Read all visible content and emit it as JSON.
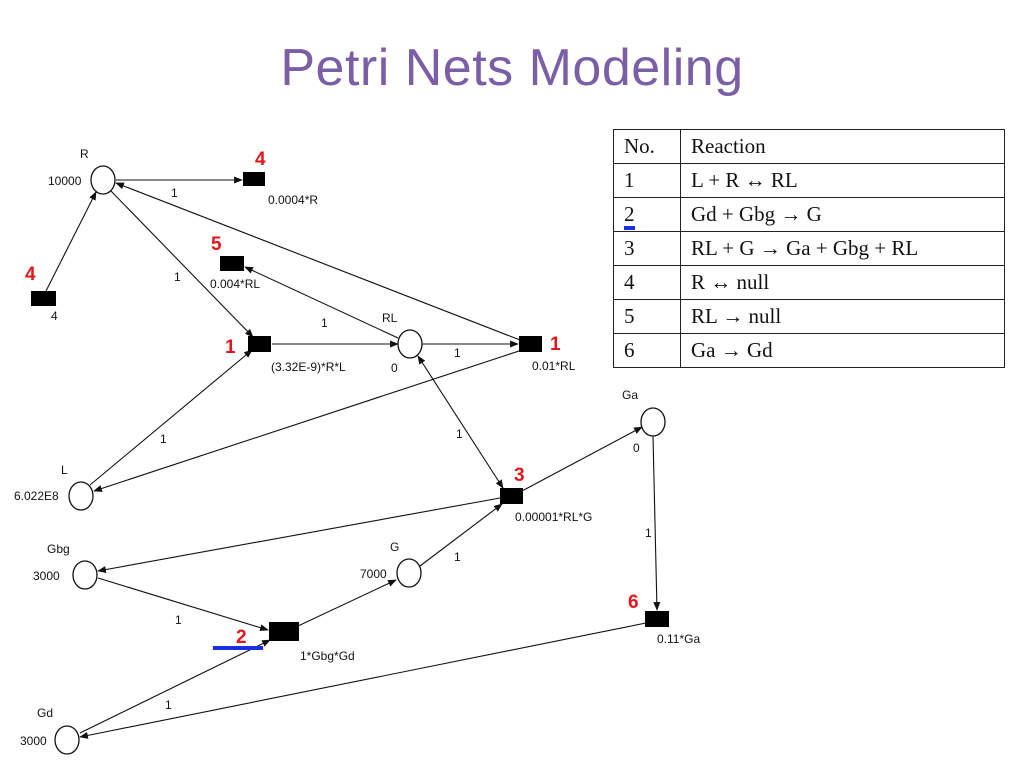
{
  "title": "Petri Nets Modeling",
  "net": {
    "places": {
      "R": {
        "name": "R",
        "tokens": "10000"
      },
      "RL": {
        "name": "RL",
        "tokens": "0"
      },
      "L": {
        "name": "L",
        "tokens": "6.022E8"
      },
      "Ga": {
        "name": "Ga",
        "tokens": "0"
      },
      "Gbg": {
        "name": "Gbg",
        "tokens": "3000"
      },
      "G": {
        "name": "G",
        "tokens": "7000"
      },
      "Gd": {
        "name": "Gd",
        "tokens": "3000"
      }
    },
    "transitions": {
      "t4_out": {
        "number": "4",
        "rate": "0.0004*R"
      },
      "t4_in": {
        "number": "4",
        "rate": "4"
      },
      "t5": {
        "number": "5",
        "rate": "0.004*RL"
      },
      "t1_fwd": {
        "number": "1",
        "rate": "(3.32E-9)*R*L"
      },
      "t1_back": {
        "number": "1",
        "rate": "0.01*RL"
      },
      "t3": {
        "number": "3",
        "rate": "0.00001*RL*G"
      },
      "t2": {
        "number": "2",
        "rate": "1*Gbg*Gd"
      },
      "t6": {
        "number": "6",
        "rate": "0.11*Ga"
      }
    },
    "weight": "1"
  },
  "table": {
    "headers": [
      "No.",
      "Reaction"
    ],
    "rows": [
      {
        "no": "1",
        "reaction": "L + R ↔ RL"
      },
      {
        "no": "2",
        "reaction": "Gd + Gbg → G"
      },
      {
        "no": "3",
        "reaction": "RL + G → Ga + Gbg + RL"
      },
      {
        "no": "4",
        "reaction": "R ↔ null"
      },
      {
        "no": "5",
        "reaction": "RL → null"
      },
      {
        "no": "6",
        "reaction": "Ga → Gd"
      }
    ]
  },
  "colors": {
    "title": "#7a5fa6",
    "highlight": "#1a2fe0",
    "transition_number": "#e4161b"
  }
}
